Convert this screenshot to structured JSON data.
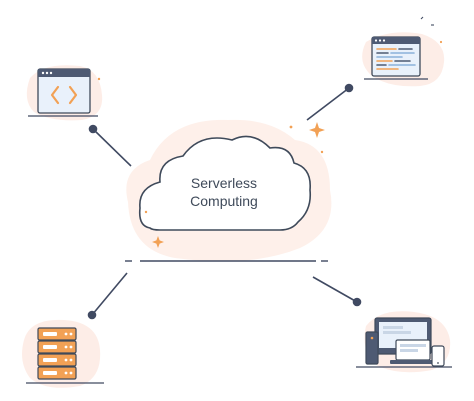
{
  "diagram": {
    "center": {
      "label_line1": "Serverless",
      "label_line2": "Computing"
    },
    "nodes": [
      {
        "id": "code-window",
        "icon": "code-window-icon"
      },
      {
        "id": "text-editor",
        "icon": "text-editor-icon"
      },
      {
        "id": "server-stack",
        "icon": "server-stack-icon"
      },
      {
        "id": "devices",
        "icon": "devices-icon"
      }
    ],
    "colors": {
      "line": "#404a62",
      "blush": "#fde9e1",
      "accent_orange": "#f2a155",
      "cloud_stroke": "#3f4a5a",
      "window_blue": "#e9f1fb",
      "titlebar": "#4e5a73"
    }
  }
}
